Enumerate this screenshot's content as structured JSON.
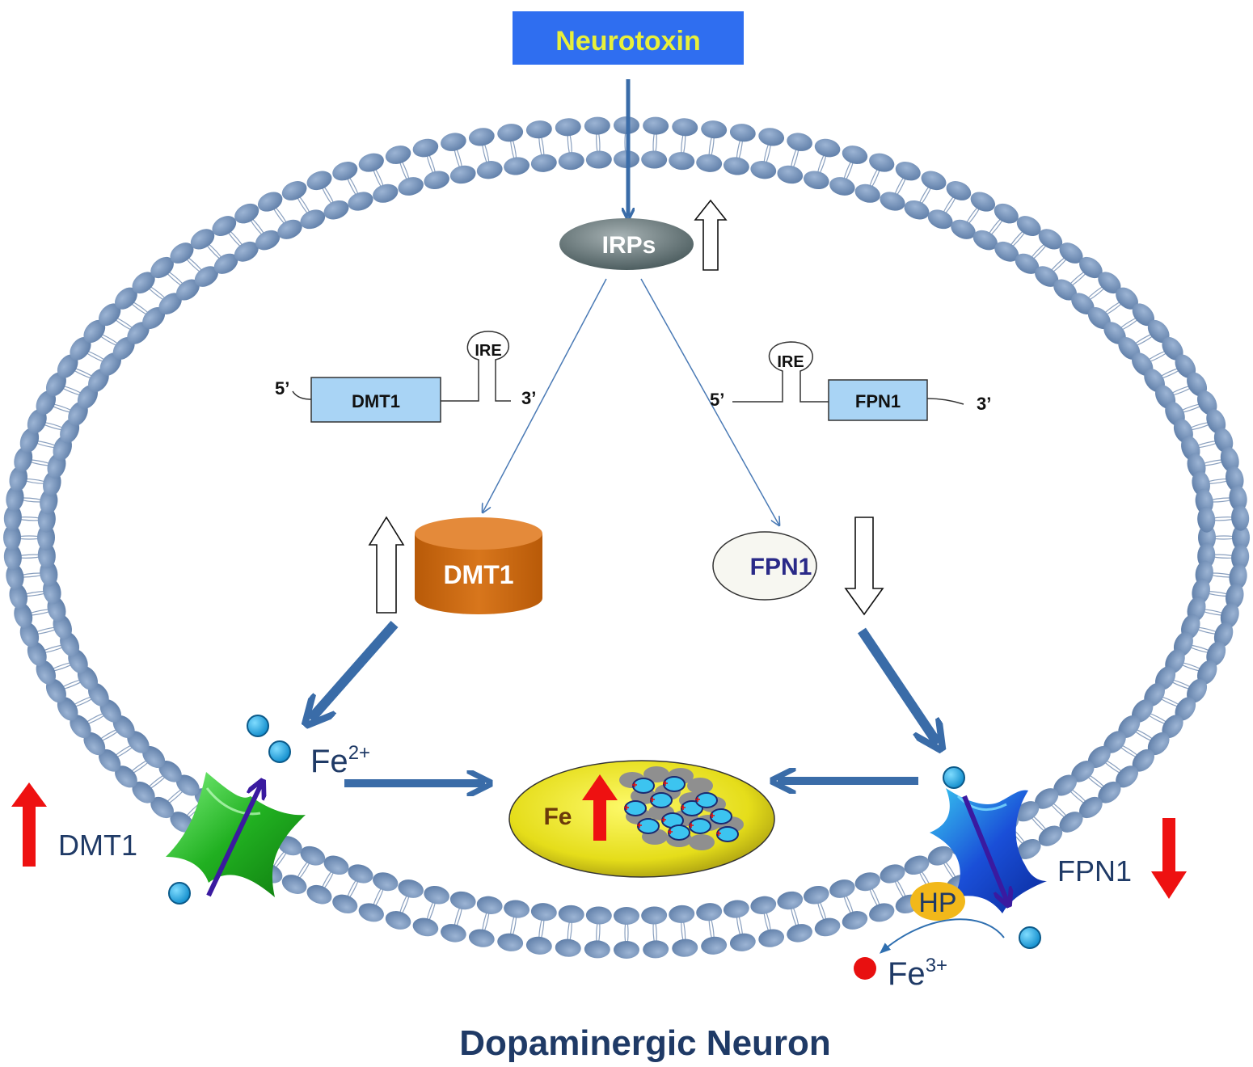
{
  "labels": {
    "neurotoxin": "Neurotoxin",
    "irps": "IRPs",
    "mrna_left": {
      "five": "5’",
      "gene": "DMT1",
      "ire": "IRE",
      "three": "3’"
    },
    "mrna_right": {
      "five": "5’",
      "gene": "FPN1",
      "ire": "IRE",
      "three": "3’"
    },
    "dmt1_protein": "DMT1",
    "fpn1_protein": "FPN1",
    "fe2": {
      "base": "Fe",
      "charge": "2+"
    },
    "fe3": {
      "base": "Fe",
      "charge": "3+"
    },
    "fe_store": "Fe",
    "dmt1_transporter": "DMT1",
    "fpn1_transporter": "FPN1",
    "hp": "HP",
    "caption": "Dopaminergic Neuron"
  },
  "colors": {
    "membrane_head": "#6e8db5",
    "membrane_tail": "#8aa0bf",
    "neurotoxin_bg": "#2f6ef0",
    "neurotoxin_text": "#e8ef3a",
    "arrow_blue": "#3a6ca8",
    "thin_arrow": "#4a7ab5",
    "dmt1_cylinder": "#cc6a12",
    "dmt1_transporter": "#2fb52f",
    "fpn1_transporter": "#1a4fd8",
    "iron_ion": "#29aee8",
    "fe3_ion": "#e81010",
    "red_arrow": "#ee1111",
    "purple_arrow": "#3a1aa0",
    "fe_store_fill": "#e8e020",
    "hp_fill": "#f2b81a",
    "label_dark": "#1f3a66",
    "mrna_box": "#a9d4f5"
  },
  "icons": {
    "irps_up": "hollow-up-arrow-icon",
    "dmt1_up": "hollow-up-arrow-icon",
    "fpn1_down": "hollow-down-arrow-icon",
    "dmt1_red_up": "red-up-arrow-icon",
    "fpn1_red_down": "red-down-arrow-icon",
    "fe_red_up": "red-up-arrow-icon"
  }
}
